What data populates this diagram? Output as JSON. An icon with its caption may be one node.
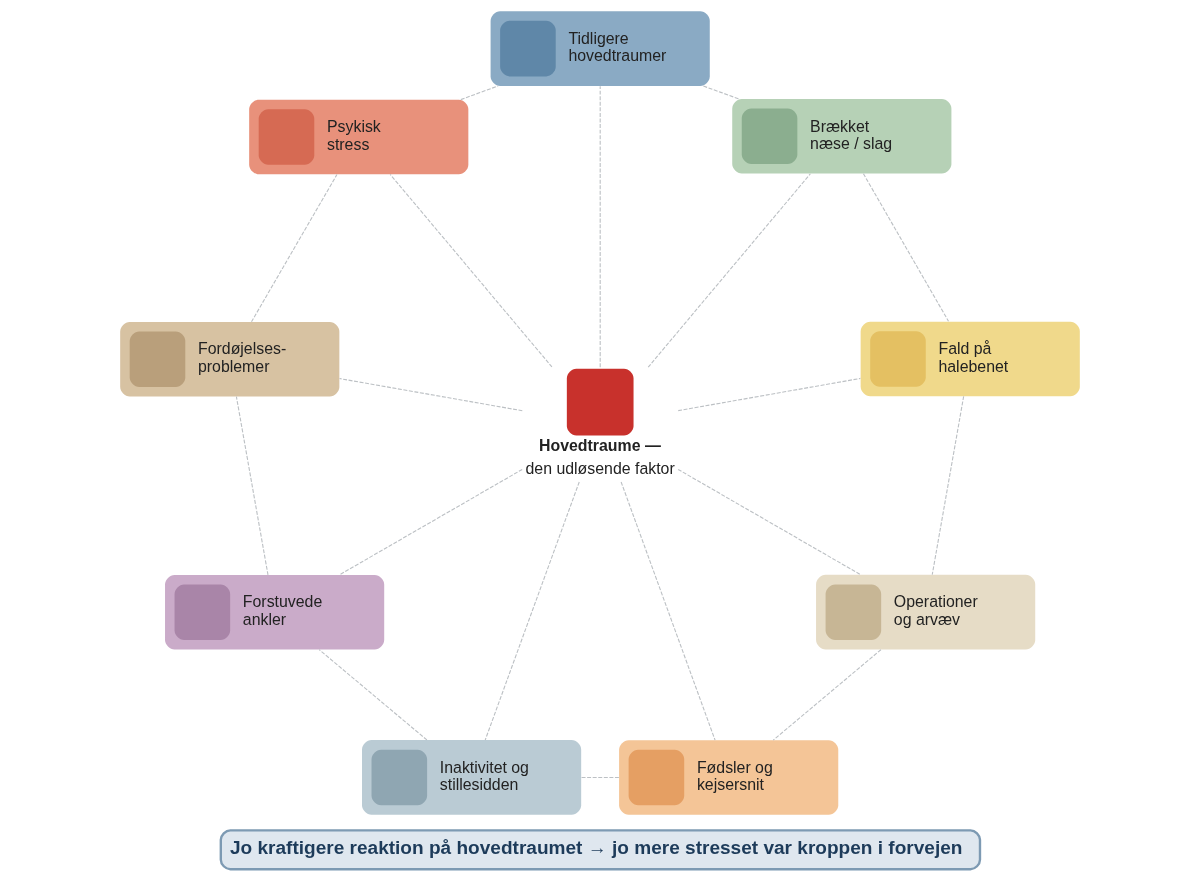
{
  "diagram": {
    "caption": "Jo kraftigere reaktion på hovedtraumet → jo mere stresset var kroppen i forvejen",
    "nodes": [
      {
        "text": [
          "Tidligere hovedtraumer"
        ]
      },
      {
        "text": [
          "Psykisk stress"
        ]
      },
      {
        "text": [
          "Brækket næse / slag"
        ]
      },
      {
        "text": [
          "Fordøjelses- problemer"
        ]
      },
      {
        "text": [
          "Hovedtraume —",
          "den udløsende faktor"
        ]
      },
      {
        "text": [
          "Fald på halebenet"
        ]
      },
      {
        "text": [
          "Forstuvede ankler"
        ]
      },
      {
        "text": [
          "Operationer og arvæv"
        ]
      },
      {
        "text": [
          "Inaktivitet og stillesidden"
        ]
      },
      {
        "text": [
          "Fødsler og kejsersnit"
        ]
      }
    ],
    "edges": [
      {
        "from": 4,
        "to": 0,
        "arrow": "none",
        "style": "dashed"
      },
      {
        "from": 4,
        "to": 1,
        "arrow": "none",
        "style": "dashed"
      },
      {
        "from": 4,
        "to": 2,
        "arrow": "none",
        "style": "dashed"
      },
      {
        "from": 4,
        "to": 3,
        "arrow": "none",
        "style": "dashed"
      },
      {
        "from": 4,
        "to": 5,
        "arrow": "none",
        "style": "dashed"
      },
      {
        "from": 4,
        "to": 6,
        "arrow": "none",
        "style": "dashed"
      },
      {
        "from": 4,
        "to": 7,
        "arrow": "none",
        "style": "dashed"
      },
      {
        "from": 4,
        "to": 8,
        "arrow": "none",
        "style": "dashed"
      },
      {
        "from": 4,
        "to": 9,
        "arrow": "none",
        "style": "dashed"
      },
      {
        "from": 0,
        "to": 2,
        "arrow": "none",
        "style": "dashed"
      },
      {
        "from": 2,
        "to": 5,
        "arrow": "none",
        "style": "dashed"
      },
      {
        "from": 5,
        "to": 7,
        "arrow": "none",
        "style": "dashed"
      },
      {
        "from": 7,
        "to": 9,
        "arrow": "none",
        "style": "dashed"
      },
      {
        "from": 9,
        "to": 8,
        "arrow": "none",
        "style": "dashed"
      },
      {
        "from": 8,
        "to": 6,
        "arrow": "none",
        "style": "dashed"
      },
      {
        "from": 6,
        "to": 3,
        "arrow": "none",
        "style": "dashed"
      },
      {
        "from": 3,
        "to": 1,
        "arrow": "none",
        "style": "dashed"
      },
      {
        "from": 1,
        "to": 0,
        "arrow": "none",
        "style": "dashed"
      }
    ]
  }
}
